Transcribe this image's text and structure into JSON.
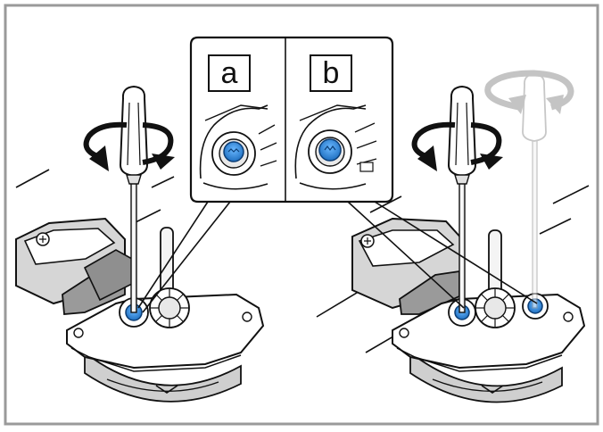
{
  "callouts": {
    "a": "a",
    "b": "b"
  },
  "colors": {
    "frame": "#9a9a9a",
    "accent_blue": "#1f7fd6",
    "ghost": "#c4c4c4",
    "outline": "#111111",
    "fill_light": "#ffffff",
    "fill_grey": "#bdbdbd"
  },
  "rotation": {
    "left_tool": "counterclockwise",
    "right_tool": "counterclockwise",
    "right_ghost_tool": "clockwise"
  }
}
